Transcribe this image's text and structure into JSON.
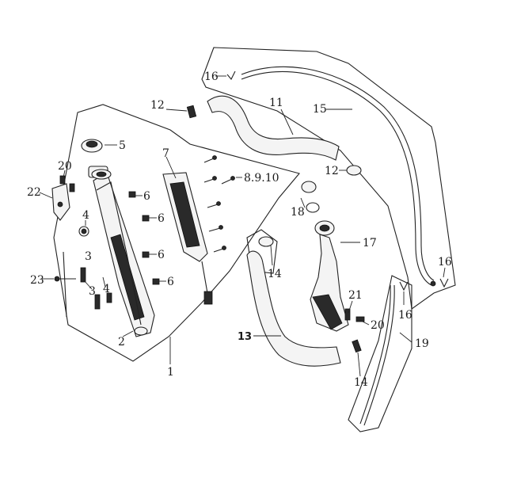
{
  "labels": {
    "l1": "1",
    "l2": "2",
    "l3a": "3",
    "l3b": "3",
    "l4a": "4",
    "l4b": "4",
    "l5": "5",
    "l6a": "6",
    "l6b": "6",
    "l6c": "6",
    "l6d": "6",
    "l7": "7",
    "l8910": "8.9.10",
    "l11": "11",
    "l12a": "12",
    "l12b": "12",
    "l13": "13",
    "l14a": "14",
    "l14b": "14",
    "l15": "15",
    "l16a": "16",
    "l16b": "16",
    "l16c": "16",
    "l17": "17",
    "l18": "18",
    "l19": "19",
    "l20a": "20",
    "l20b": "20",
    "l21": "21",
    "l22": "22",
    "l23": "23"
  },
  "colors": {
    "line": "#222222",
    "background": "#ffffff"
  }
}
